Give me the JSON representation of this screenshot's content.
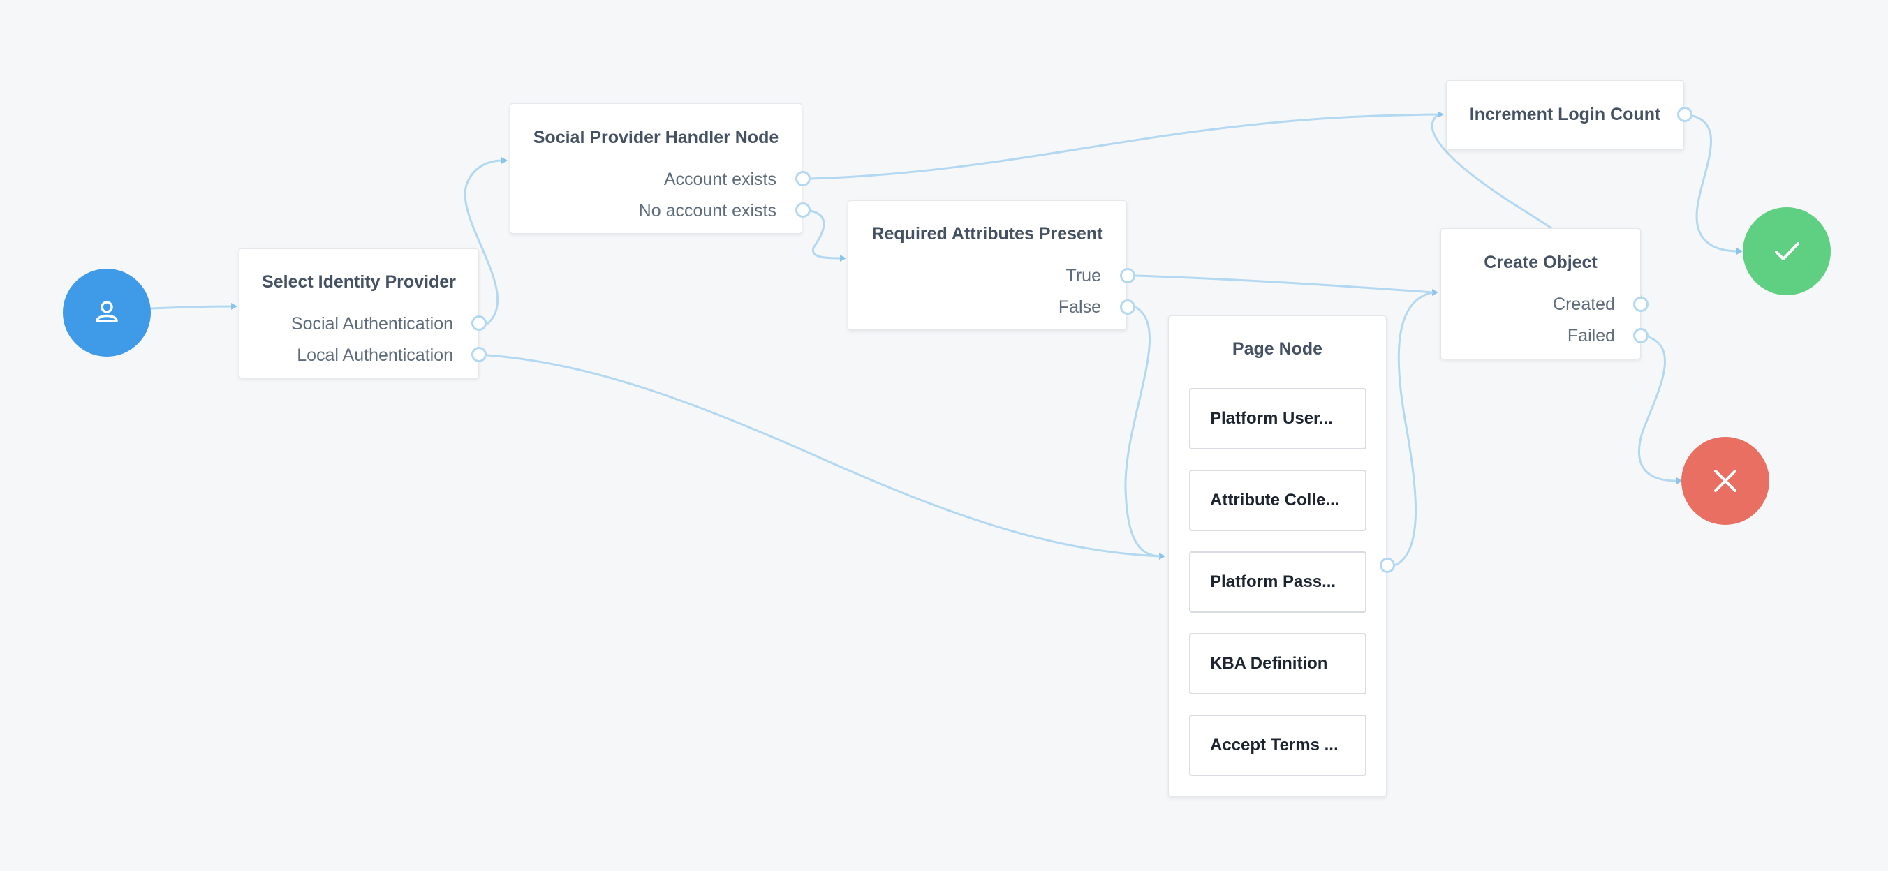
{
  "nodes": {
    "select_identity_provider": {
      "title": "Select Identity Provider",
      "outcomes": [
        "Social Authentication",
        "Local Authentication"
      ]
    },
    "social_provider_handler": {
      "title": "Social Provider Handler Node",
      "outcomes": [
        "Account exists",
        "No account exists"
      ]
    },
    "required_attributes": {
      "title": "Required Attributes Present",
      "outcomes": [
        "True",
        "False"
      ]
    },
    "page_node": {
      "title": "Page Node",
      "items": [
        "Platform User...",
        "Attribute Colle...",
        "Platform Pass...",
        "KBA Definition",
        "Accept Terms ..."
      ]
    },
    "increment_login_count": {
      "title": "Increment Login Count"
    },
    "create_object": {
      "title": "Create Object",
      "outcomes": [
        "Created",
        "Failed"
      ]
    }
  },
  "colors": {
    "start": "#3f9ae7",
    "success": "#5fcf82",
    "failure": "#e86f61",
    "connector": "#b3d8f2"
  },
  "icons": {
    "start": "user-icon",
    "success": "checkmark-icon",
    "failure": "close-x-icon"
  }
}
